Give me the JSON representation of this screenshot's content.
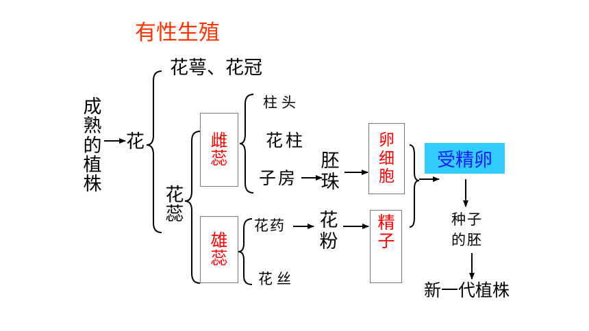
{
  "title": "有性生殖",
  "plant": "成熟的植株",
  "flower": "花",
  "flower_parts": {
    "calyx_corolla": "花萼、花冠",
    "stamen_pistil": "花蕊"
  },
  "pistil": {
    "label": "雌蕊",
    "stigma": "柱头",
    "style": "花柱",
    "ovary": "子房",
    "ovule": "胚珠",
    "egg": "卵细胞"
  },
  "stamen": {
    "label": "雄蕊",
    "anther": "花药",
    "filament": "花丝",
    "pollen": "花粉",
    "sperm": "精子"
  },
  "fertilized_egg": "受精卵",
  "embryo": "种子的胚",
  "new_plant": "新一代植株",
  "colors": {
    "title": "#ff3300",
    "highlight": "#ff0000",
    "fertilized_bg": "#33ccff",
    "fertilized_text": "#1a1aff"
  }
}
